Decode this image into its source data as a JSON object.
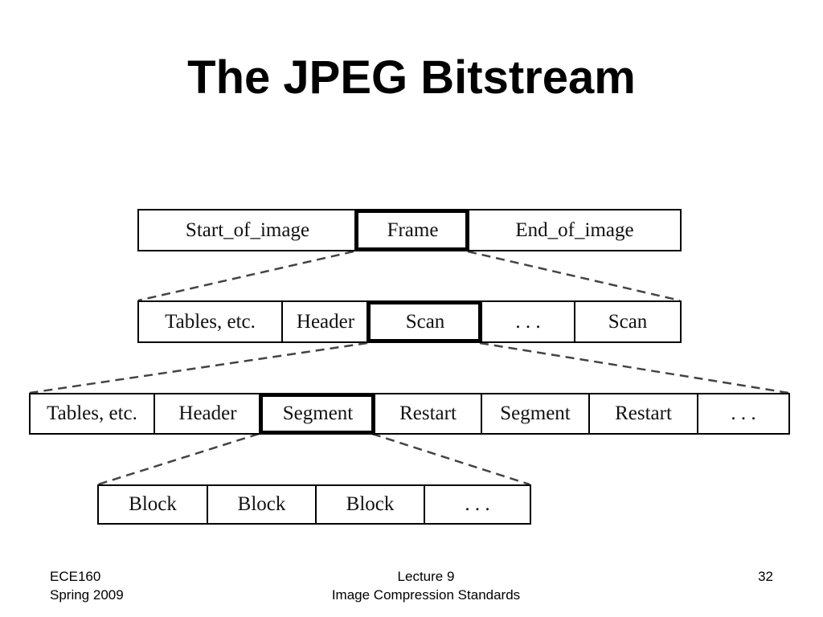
{
  "title": "The JPEG Bitstream",
  "rows": [
    {
      "cells": [
        "Start_of_image",
        "Frame",
        "End_of_image"
      ],
      "highlight": 1
    },
    {
      "cells": [
        "Tables, etc.",
        "Header",
        "Scan",
        ". . .",
        "Scan"
      ],
      "highlight": 2
    },
    {
      "cells": [
        "Tables, etc.",
        "Header",
        "Segment",
        "Restart",
        "Segment",
        "Restart",
        ". . ."
      ],
      "highlight": 2
    },
    {
      "cells": [
        "Block",
        "Block",
        "Block",
        ". . ."
      ],
      "highlight": null
    }
  ],
  "footer": {
    "course": "ECE160",
    "term": "Spring 2009",
    "lecture": "Lecture 9",
    "topic": "Image Compression Standards",
    "page": "32"
  }
}
